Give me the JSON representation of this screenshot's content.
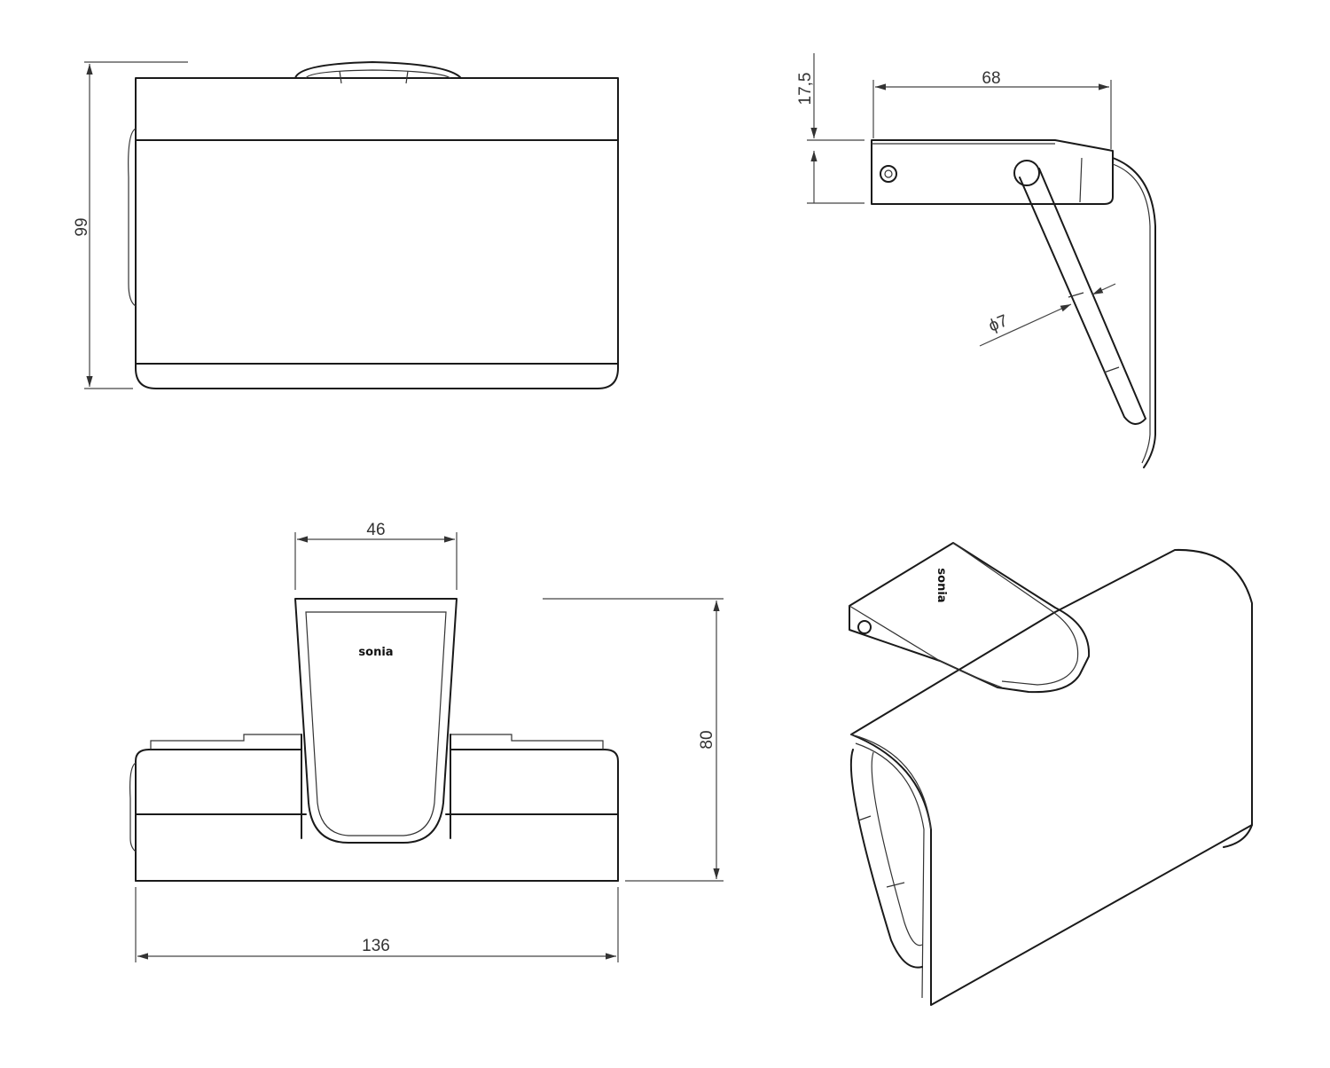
{
  "title": "Toilet paper holder technical drawing",
  "brand_logo": "sonia",
  "dimensions": {
    "front_height": "99",
    "side_depth": "68",
    "side_plate_height": "17,5",
    "rod_diameter": "ϕ7",
    "cup_width": "46",
    "top_depth": "80",
    "total_width": "136"
  },
  "colors": {
    "line": "#1a1a1a",
    "background": "#ffffff"
  }
}
